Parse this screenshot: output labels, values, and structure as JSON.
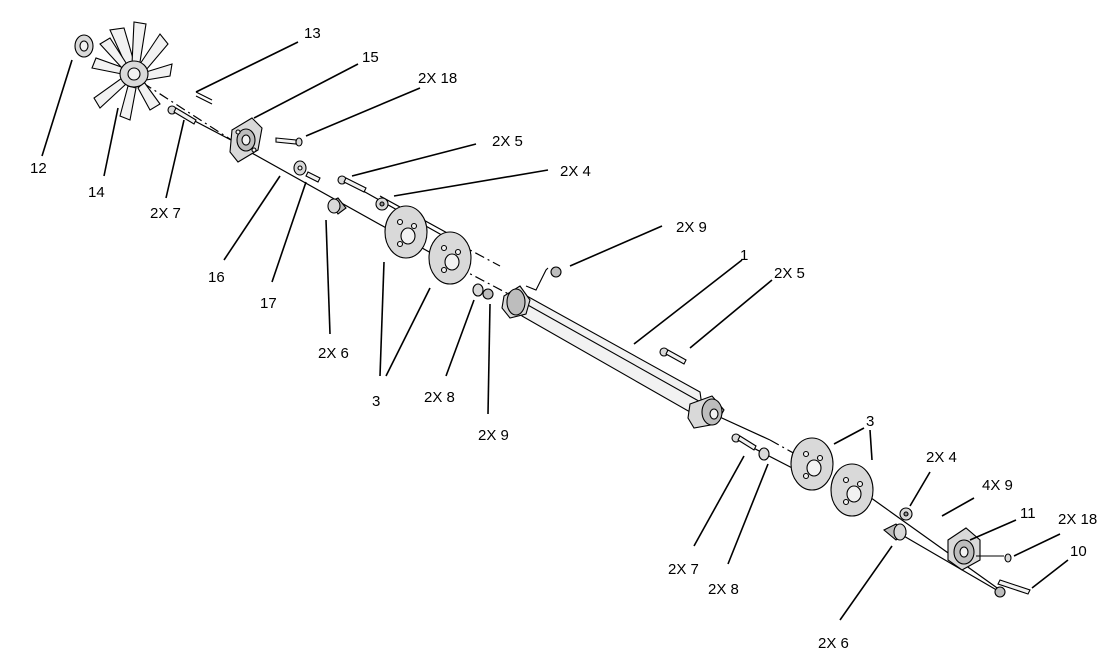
{
  "diagram": {
    "callouts": [
      {
        "id": "c13",
        "text": "13"
      },
      {
        "id": "c15",
        "text": "15"
      },
      {
        "id": "c18a",
        "text": "2X 18"
      },
      {
        "id": "c5a",
        "text": "2X 5"
      },
      {
        "id": "c4a",
        "text": "2X 4"
      },
      {
        "id": "c12",
        "text": "12"
      },
      {
        "id": "c14",
        "text": "14"
      },
      {
        "id": "c7a",
        "text": "2X 7"
      },
      {
        "id": "c16",
        "text": "16"
      },
      {
        "id": "c17",
        "text": "17"
      },
      {
        "id": "c6a",
        "text": "2X 6"
      },
      {
        "id": "c3a",
        "text": "3"
      },
      {
        "id": "c8a",
        "text": "2X 8"
      },
      {
        "id": "c9a",
        "text": "2X 9"
      },
      {
        "id": "c9b",
        "text": "2X 9"
      },
      {
        "id": "c1",
        "text": "1"
      },
      {
        "id": "c5b",
        "text": "2X 5"
      },
      {
        "id": "c3b",
        "text": "3"
      },
      {
        "id": "c4b",
        "text": "2X 4"
      },
      {
        "id": "c4x9",
        "text": "4X 9"
      },
      {
        "id": "c11",
        "text": "11"
      },
      {
        "id": "c18b",
        "text": "2X 18"
      },
      {
        "id": "c10",
        "text": "10"
      },
      {
        "id": "c7b",
        "text": "2X 7"
      },
      {
        "id": "c8b",
        "text": "2X 8"
      },
      {
        "id": "c6b",
        "text": "2X 6"
      }
    ]
  }
}
